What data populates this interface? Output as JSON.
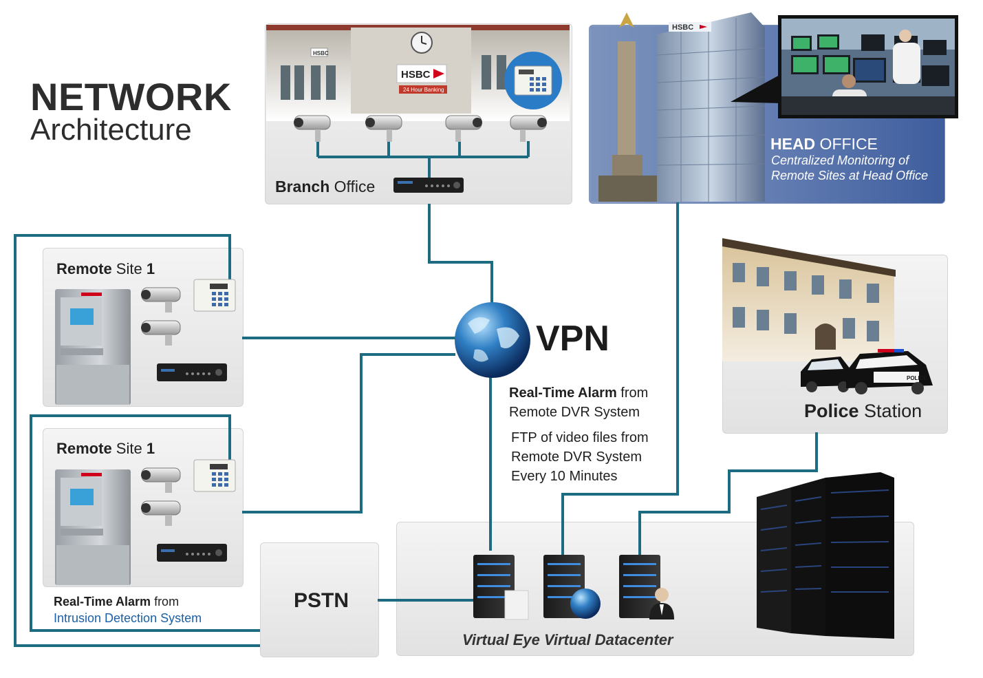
{
  "title": {
    "line1": "NETWORK",
    "line2": "Architecture"
  },
  "branch_office": {
    "label_bold": "Branch Office",
    "label_bold_part": "Branch",
    "label_rest": " Office",
    "bank_sign": "HSBC",
    "bank_sub": "24 Hour Banking"
  },
  "head_office": {
    "label_bold": "HEAD",
    "label_rest": " OFFICE",
    "caption_line1": "Centralized Monitoring of",
    "caption_line2": "Remote Sites at Head Office",
    "tower_sign": "HSBC"
  },
  "remote_sites": [
    {
      "label_bold": "Remote",
      "label_mid": " Site ",
      "label_num": "1"
    },
    {
      "label_bold": "Remote",
      "label_mid": " Site ",
      "label_num": "1"
    }
  ],
  "intrusion_note": {
    "bold": "Real-Time Alarm",
    "rest": " from",
    "line2": "Intrusion Detection System"
  },
  "vpn": {
    "label": "VPN"
  },
  "vpn_notes": {
    "alarm_bold": "Real-Time Alarm",
    "alarm_rest": " from",
    "alarm_line2": "Remote DVR System",
    "ftp_line1": "FTP of video files from",
    "ftp_line2": "Remote DVR System",
    "ftp_line3": "Every 10 Minutes"
  },
  "police": {
    "label_bold": "Police",
    "label_rest": " Station",
    "car_badge": "POLICE"
  },
  "pstn": {
    "label": "PSTN"
  },
  "datacenter": {
    "label": "Virtual Eye Virtual Datacenter"
  },
  "colors": {
    "wire": "#1c6b80",
    "panel": "#e8e8e8",
    "head_office_panel": "#3a5a9a",
    "text": "#222222",
    "link_blue": "#1a5fa8"
  }
}
